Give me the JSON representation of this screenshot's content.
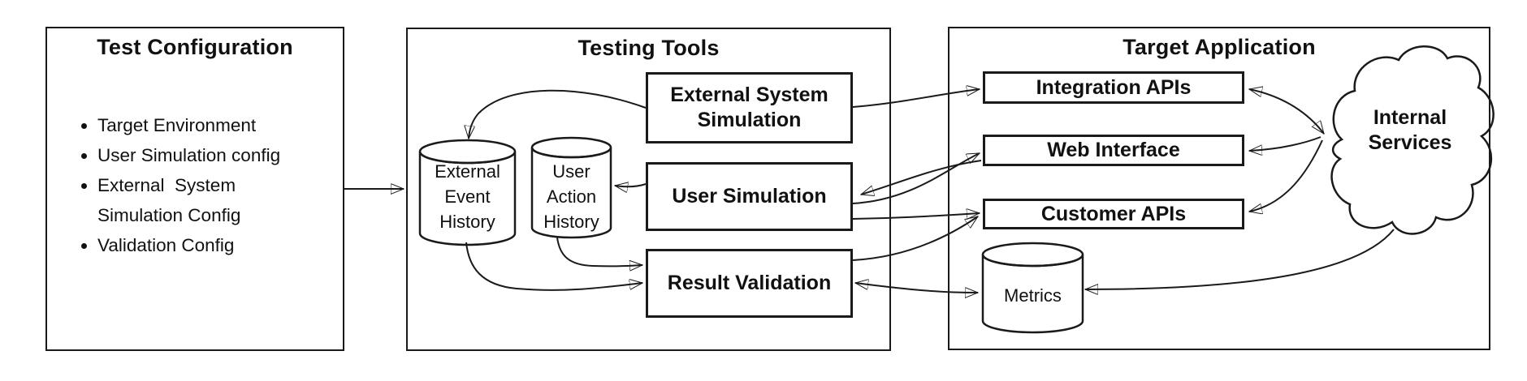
{
  "diagram": {
    "test_config": {
      "title": "Test Configuration",
      "bullets": [
        "Target Environment",
        "User Simulation config",
        "External  System\nSimulation Config",
        "Validation Config"
      ]
    },
    "testing_tools": {
      "title": "Testing Tools",
      "external_system_simulation": "External System\nSimulation",
      "user_simulation": "User Simulation",
      "result_validation": "Result Validation",
      "external_event_history": "External\nEvent\nHistory",
      "user_action_history": "User\nAction\nHistory"
    },
    "target_application": {
      "title": "Target Application",
      "integration_apis": "Integration APIs",
      "web_interface": "Web Interface",
      "customer_apis": "Customer APIs",
      "metrics": "Metrics",
      "internal_services": "Internal\nServices"
    },
    "colors": {
      "line": "#1a1a1a",
      "background": "#ffffff"
    }
  }
}
